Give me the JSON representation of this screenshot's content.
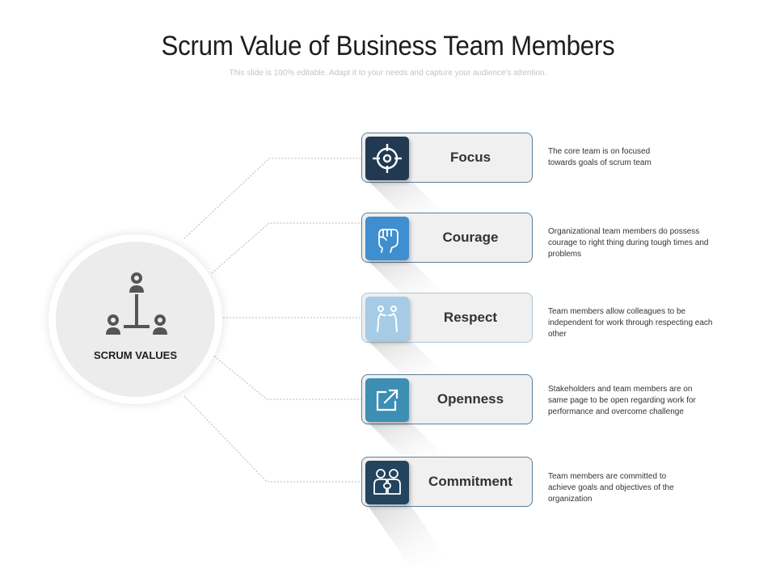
{
  "title": "Scrum Value of Business Team Members",
  "subtitle": "This slide is 100% editable. Adapt it to your needs and capture your audience's attention.",
  "hub": {
    "label": "SCRUM VALUES",
    "icon": "hierarchy-people-icon"
  },
  "values": [
    {
      "label": "Focus",
      "icon": "target-icon",
      "color": "#213a52",
      "description": "The core team is on focused towards goals of scrum team"
    },
    {
      "label": "Courage",
      "icon": "fist-icon",
      "color": "#3f8ecf",
      "description": "Organizational team members do possess courage to right thing during tough times and problems"
    },
    {
      "label": "Respect",
      "icon": "people-greeting-icon",
      "color": "#a5cbe6",
      "description": "Team members allow colleagues to be independent for work through respecting each other"
    },
    {
      "label": "Openness",
      "icon": "external-link-icon",
      "color": "#3c8fb3",
      "description": "Stakeholders and team members are on same page to be open regarding work for performance and overcome challenge"
    },
    {
      "label": "Commitment",
      "icon": "team-puzzle-icon",
      "color": "#22445e",
      "description": "Team members are committed to achieve goals and objectives of the organization"
    }
  ]
}
